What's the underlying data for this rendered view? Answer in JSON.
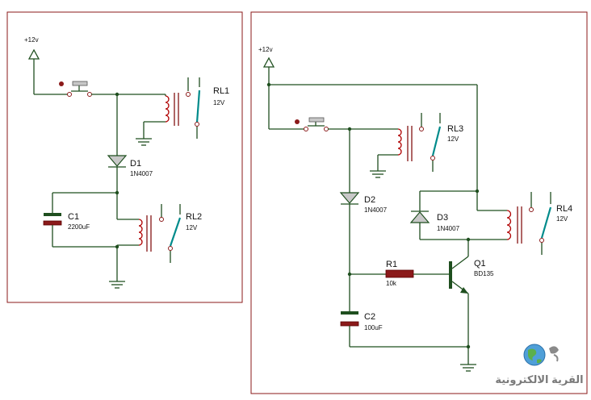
{
  "left_circuit": {
    "supply": "+12v",
    "D1": {
      "name": "D1",
      "value": "1N4007"
    },
    "C1": {
      "name": "C1",
      "value": "2200uF"
    },
    "RL1": {
      "name": "RL1",
      "value": "12V"
    },
    "RL2": {
      "name": "RL2",
      "value": "12V"
    }
  },
  "right_circuit": {
    "supply": "+12v",
    "D2": {
      "name": "D2",
      "value": "1N4007"
    },
    "D3": {
      "name": "D3",
      "value": "1N4007"
    },
    "R1": {
      "name": "R1",
      "value": "10k"
    },
    "Q1": {
      "name": "Q1",
      "value": "BD135"
    },
    "C2": {
      "name": "C2",
      "value": "100uF"
    },
    "RL3": {
      "name": "RL3",
      "value": "12V"
    },
    "RL4": {
      "name": "RL4",
      "value": "12V"
    }
  },
  "logo": {
    "text": "القرية الالكترونية"
  },
  "colors": {
    "frame": "#8b1a1a",
    "wire": "#1f4f1f",
    "coil": "#b00000",
    "switch": "#008b8b"
  }
}
